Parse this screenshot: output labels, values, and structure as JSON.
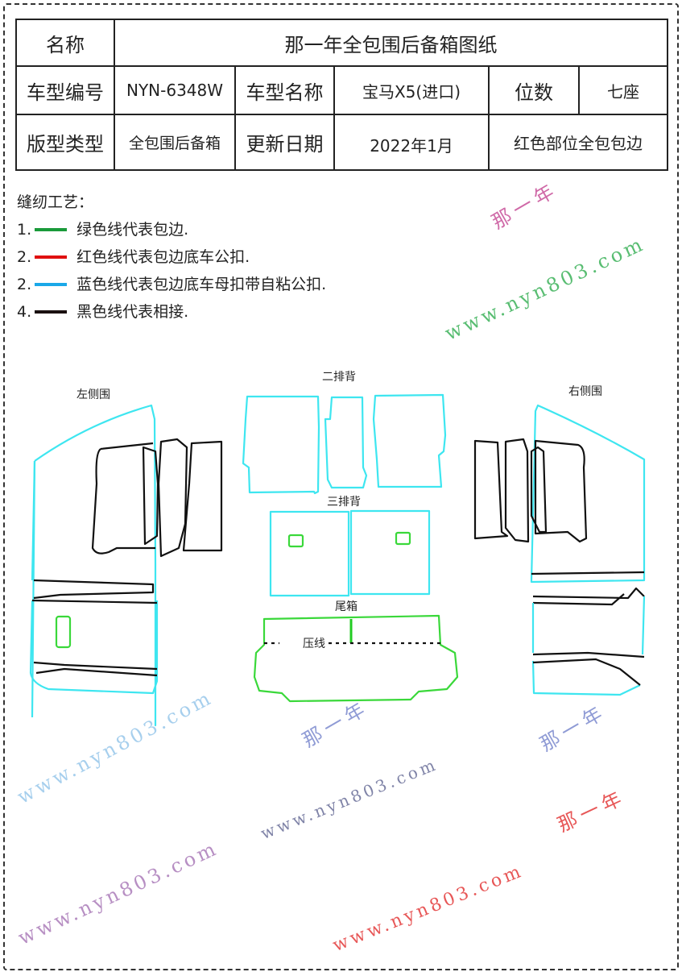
{
  "table": {
    "name_label": "名称",
    "name_value": "那一年全包围后备箱图纸",
    "model_code_label": "车型编号",
    "model_code": "NYN-6348W",
    "model_name_label": "车型名称",
    "model_name": "宝马X5(进口)",
    "seats_label": "位数",
    "seats": "七座",
    "type_label": "版型类型",
    "type": "全包围后备箱",
    "date_label": "更新日期",
    "date": "2022年1月",
    "note": "红色部位全包包边"
  },
  "legend": {
    "title": "缝纫工艺：",
    "items": [
      {
        "num": "1.",
        "color": "#1a9a3a",
        "text": "绿色线代表包边."
      },
      {
        "num": "2.",
        "color": "#e01010",
        "text": "红色线代表包边底车公扣."
      },
      {
        "num": "2.",
        "color": "#1aa8e8",
        "text": "蓝色线代表包边底车母扣带自粘公扣."
      },
      {
        "num": "4.",
        "color": "#1a1010",
        "text": "黑色线代表相接."
      }
    ]
  },
  "diagram": {
    "left_side": "左侧围",
    "right_side": "右侧围",
    "row2_back": "二排背",
    "row3_back": "三排背",
    "trunk": "尾箱",
    "crease": "压线"
  },
  "watermarks": {
    "site": "www.nyn803.com",
    "brand": "那一年"
  }
}
